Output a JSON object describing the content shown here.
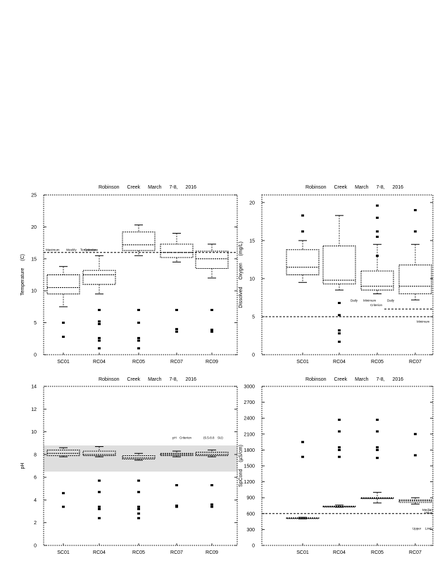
{
  "chart_data": [
    {
      "type": "box",
      "title": "Robinson Creek March 7-8, 2016",
      "ylabel": "Temperature (C)",
      "xlabel": "",
      "categories": [
        "SC01",
        "RC04",
        "RC05",
        "RC07",
        "RC09"
      ],
      "ylim": [
        0,
        25
      ],
      "yticks": [
        0,
        5,
        10,
        15,
        20,
        25
      ],
      "grid": false,
      "boxes": [
        {
          "min": 7.5,
          "q1": 9.5,
          "median": 10.5,
          "q3": 12.5,
          "max": 13.8
        },
        {
          "min": 9.5,
          "q1": 11.0,
          "median": 12.5,
          "q3": 13.2,
          "max": 15.5
        },
        {
          "min": 15.5,
          "q1": 16.3,
          "median": 17.2,
          "q3": 19.2,
          "max": 20.3
        },
        {
          "min": 14.5,
          "q1": 15.2,
          "median": 16.0,
          "q3": 17.3,
          "max": 19.0
        },
        {
          "min": 12.0,
          "q1": 13.5,
          "median": 15.0,
          "q3": 16.2,
          "max": 17.3
        }
      ],
      "points": [
        [
          2.8,
          5.0
        ],
        [
          1.0,
          2.2,
          2.6,
          4.8,
          5.2,
          7.0
        ],
        [
          1.0,
          2.2,
          2.6,
          5.0,
          7.0
        ],
        [
          3.6,
          4.0,
          7.0
        ],
        [
          3.6,
          3.9,
          7.0
        ]
      ],
      "threshold": 16.0,
      "annotations": [
        "Maximum",
        "Weekly",
        "Temperature",
        "Criterion"
      ]
    },
    {
      "type": "box",
      "title": "Robinson Creek March 7-8, 2016",
      "ylabel": "Dissolved Oxygen (mg/L)",
      "xlabel": "",
      "categories": [
        "SC01",
        "RC04",
        "RC05",
        "RC07"
      ],
      "ylim": [
        0,
        21
      ],
      "yticks": [
        0,
        5,
        10,
        15,
        20
      ],
      "grid": false,
      "boxes": [
        {
          "min": 9.5,
          "q1": 10.5,
          "median": 11.5,
          "q3": 13.8,
          "max": 15.0
        },
        {
          "min": 8.5,
          "q1": 9.3,
          "median": 9.8,
          "q3": 14.3,
          "max": 18.3
        },
        {
          "min": 8.0,
          "q1": 8.5,
          "median": 9.0,
          "q3": 11.0,
          "max": 14.5
        },
        {
          "min": 7.2,
          "q1": 8.0,
          "median": 9.0,
          "q3": 11.8,
          "max": 14.5
        }
      ],
      "points": [
        [
          16.2,
          18.3
        ],
        [
          1.7,
          2.8,
          3.2,
          5.2,
          6.8
        ],
        [
          13.0,
          15.5,
          16.2,
          18.0,
          19.6
        ],
        [
          16.2,
          19.0
        ]
      ],
      "threshold": 5.0,
      "threshold2": 6.0,
      "annotations": [
        "Daily",
        "Minimum",
        "Criterion",
        "Daily",
        "Minimum"
      ]
    },
    {
      "type": "box",
      "title": "Robinson Creek March 7-8, 2016",
      "ylabel": "pH",
      "xlabel": "",
      "categories": [
        "SC01",
        "RC04",
        "RC05",
        "RC07",
        "RC09"
      ],
      "ylim": [
        0,
        14
      ],
      "yticks": [
        0,
        2,
        4,
        6,
        8,
        10,
        12,
        14
      ],
      "grid": false,
      "band": [
        6.5,
        8.8
      ],
      "boxes": [
        {
          "min": 7.8,
          "q1": 7.9,
          "median": 8.1,
          "q3": 8.4,
          "max": 8.6
        },
        {
          "min": 7.8,
          "q1": 7.9,
          "median": 8.0,
          "q3": 8.3,
          "max": 8.7
        },
        {
          "min": 7.5,
          "q1": 7.6,
          "median": 7.7,
          "q3": 7.9,
          "max": 8.1
        },
        {
          "min": 7.8,
          "q1": 7.9,
          "median": 8.0,
          "q3": 8.1,
          "max": 8.3
        },
        {
          "min": 7.8,
          "q1": 7.9,
          "median": 8.0,
          "q3": 8.2,
          "max": 8.4
        }
      ],
      "points": [
        [
          3.4,
          4.6
        ],
        [
          2.4,
          3.2,
          3.4,
          4.7,
          5.7
        ],
        [
          2.4,
          2.8,
          3.2,
          3.4,
          4.7,
          5.7
        ],
        [
          3.4,
          3.5,
          5.3
        ],
        [
          3.4,
          3.6,
          5.3
        ]
      ],
      "annotations": [
        "pH",
        "Criterion",
        "(6.5-8.8",
        "SU)"
      ]
    },
    {
      "type": "box",
      "title": "Robinson Creek March 7-8, 2016",
      "ylabel": "SpCond (µS/cm)",
      "xlabel": "",
      "categories": [
        "SC01",
        "RC04",
        "RC05",
        "RC07"
      ],
      "ylim": [
        0,
        3000
      ],
      "yticks": [
        0,
        300,
        600,
        900,
        1200,
        1500,
        1800,
        2100,
        2400,
        2700,
        3000
      ],
      "grid": false,
      "boxes": [
        {
          "min": 500,
          "q1": 505,
          "median": 510,
          "q3": 520,
          "max": 530
        },
        {
          "min": 720,
          "q1": 725,
          "median": 730,
          "q3": 740,
          "max": 760
        },
        {
          "min": 800,
          "q1": 880,
          "median": 890,
          "q3": 900,
          "max": 1000
        },
        {
          "min": 780,
          "q1": 810,
          "median": 840,
          "q3": 860,
          "max": 900
        }
      ],
      "points": [
        [
          1670,
          1950
        ],
        [
          1670,
          1800,
          1850,
          2150,
          2370
        ],
        [
          1650,
          1800,
          1850,
          2150,
          2370
        ],
        [
          1700,
          2100
        ]
      ],
      "threshold": 600,
      "annotations": [
        "Median",
        "Value",
        "Upper",
        "Limit"
      ]
    }
  ]
}
